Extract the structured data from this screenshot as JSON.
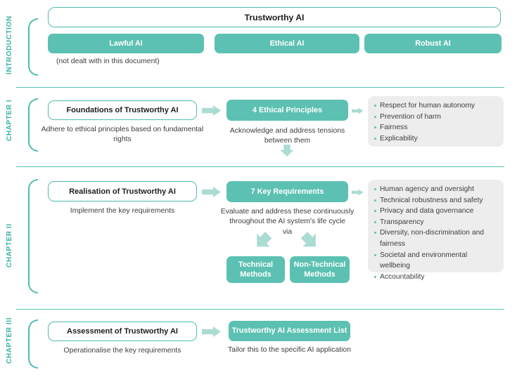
{
  "colors": {
    "teal": "#5cc1b2",
    "teal_border": "#4fbcae",
    "light_arrow": "#abdcd3",
    "label_teal": "#3ab4a6",
    "gray_panel": "#ededed",
    "text_dark": "#3d3d3b"
  },
  "intro": {
    "label": "INTRODUCTION",
    "title": "Trustworthy AI",
    "pillars": [
      "Lawful AI",
      "Ethical AI",
      "Robust AI"
    ],
    "note": "(not dealt with in this document)"
  },
  "chapter1": {
    "label": "CHAPTER I",
    "box": "Foundations of Trustworthy AI",
    "caption": "Adhere to ethical principles based on fundamental rights",
    "teal_box": "4 Ethical Principles",
    "teal_caption": "Acknowledge and address tensions between them",
    "list": [
      "Respect for human autonomy",
      "Prevention of harm",
      "Fairness",
      "Explicability"
    ]
  },
  "chapter2": {
    "label": "CHAPTER II",
    "box": "Realisation of Trustworthy AI",
    "caption": "Implement the key requirements",
    "teal_box": "7 Key Requirements",
    "teal_caption": "Evaluate and address these continuously throughout the AI system's life cycle",
    "via": "via",
    "methods": [
      "Technical Methods",
      "Non-Technical Methods"
    ],
    "list": [
      "Human agency and oversight",
      "Technical robustness and safety",
      "Privacy and data governance",
      "Transparency",
      "Diversity, non-discrimination and fairness",
      "Societal and environmental wellbeing",
      "Accountability"
    ]
  },
  "chapter3": {
    "label": "CHAPTER III",
    "box": "Assessment of Trustworthy AI",
    "caption": "Operationalise the key requirements",
    "teal_box": "Trustworthy AI Assessment List",
    "teal_caption": "Tailor this to the specific AI application"
  }
}
